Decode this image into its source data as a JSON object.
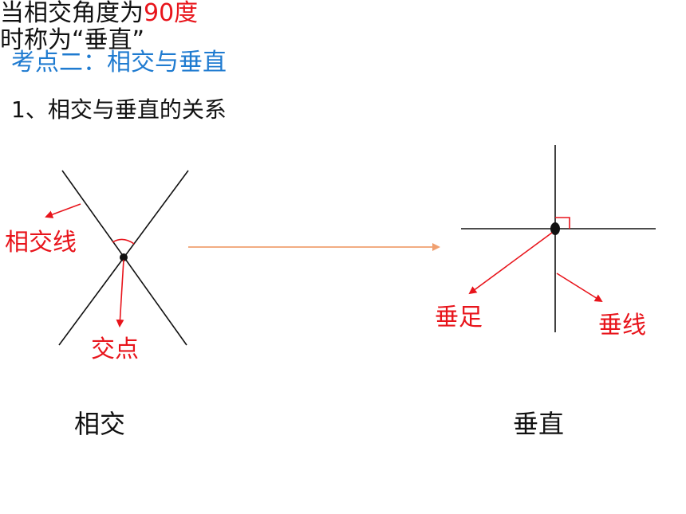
{
  "title": "考点二：相交与垂直",
  "subtitle": "1、相交与垂直的关系",
  "left_diagram": {
    "label_lines": "相交线",
    "label_point": "交点",
    "caption": "相交"
  },
  "condition": {
    "line1_prefix": "当相交角度为",
    "line1_value": "90度",
    "line2": "时称为“垂直”"
  },
  "right_diagram": {
    "label_foot": "垂足",
    "label_perp_line": "垂线",
    "caption": "垂直"
  },
  "colors": {
    "title": "#1f7bd0",
    "annotation": "#e8141b",
    "arrow": "#f0a070",
    "line": "#111111"
  }
}
